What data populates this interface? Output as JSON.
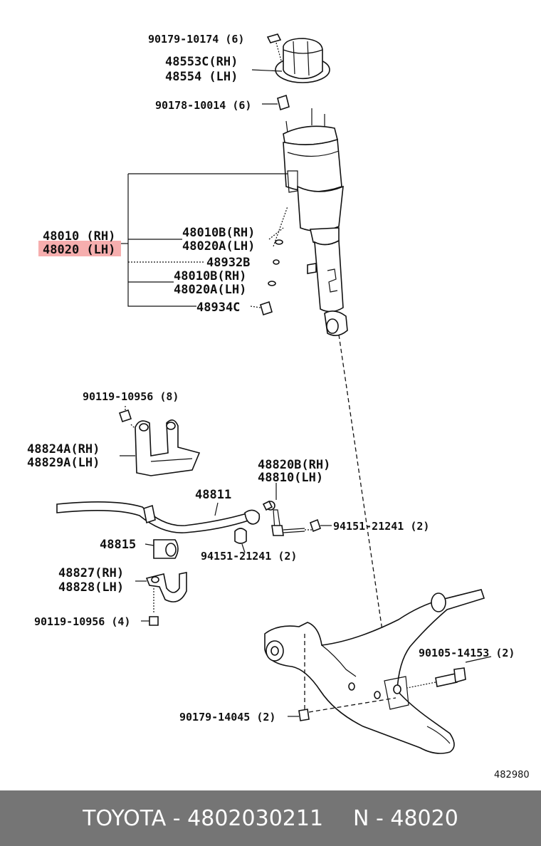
{
  "diagram": {
    "highlight_color": "#f4a0a0",
    "labels": {
      "nut_top": "90179-10174 (6)",
      "mount_rh": "48553C(RH)",
      "mount_lh": "48554 (LH)",
      "nut_mount": "90178-10014 (6)",
      "strut_rh": "48010 (RH)",
      "strut_lh": "48020 (LH)",
      "cushion_rh_1": "48010B(RH)",
      "cushion_lh_1": "48020A(LH)",
      "ring_1": "48932B",
      "cushion_rh_2": "48010B(RH)",
      "cushion_lh_2": "48020A(LH)",
      "clip": "48934C",
      "bolt_bracket": "90119-10956 (8)",
      "bracket_rh": "48824A(RH)",
      "bracket_lh": "48829A(LH)",
      "link_rh": "48820B(RH)",
      "link_lh": "48810(LH)",
      "stabilizer_bar": "48811",
      "bushing": "48815",
      "nut_link_right": "94151-21241 (2)",
      "nut_link_left": "94151-21241 (2)",
      "clamp_rh": "48827(RH)",
      "clamp_lh": "48828(LH)",
      "bolt_clamp": "90119-10956 (4)",
      "bolt_arm": "90105-14153 (2)",
      "nut_arm": "90179-14045 (2)",
      "figure_number": "482980"
    }
  },
  "footer": {
    "brand_part": "TOYOTA - 4802030211",
    "ref": "N - 48020",
    "background": "#757575"
  }
}
